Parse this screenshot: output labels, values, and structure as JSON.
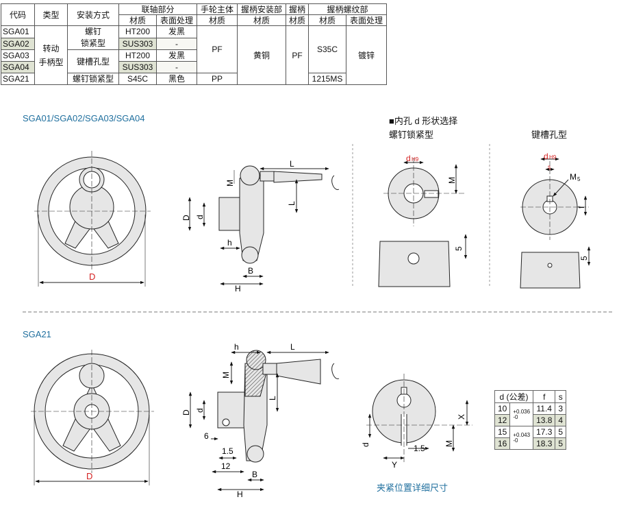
{
  "spec_table": {
    "group_headers": [
      "代码",
      "类型",
      "安装方式",
      "联轴部分",
      "手轮主体",
      "握柄安装部",
      "握柄",
      "握柄螺纹部"
    ],
    "sub_headers": [
      "材质",
      "表面处理",
      "材质",
      "材质",
      "材质",
      "材质",
      "表面处理"
    ],
    "codes": [
      "SGA01",
      "SGA02",
      "SGA03",
      "SGA04",
      "SGA21"
    ],
    "type": [
      "转动",
      "手柄型"
    ],
    "mount_a": [
      "螺钉",
      "锁紧型"
    ],
    "mount_b": "键槽孔型",
    "mount_c": "螺钉锁紧型",
    "coupling_material": [
      "HT200",
      "SUS303",
      "HT200",
      "SUS303",
      "S45C"
    ],
    "coupling_finish": [
      "发黑",
      "-",
      "发黑",
      "-",
      "黑色"
    ],
    "wheel_material_a": "PF",
    "wheel_material_b": "PP",
    "grip_mount_material": "黄铜",
    "grip_material": "PF",
    "thread_material_a": "S35C",
    "thread_material_b": "1215MS",
    "thread_finish": "镀锌"
  },
  "section1": {
    "title": "SGA01/SGA02/SGA03/SGA04",
    "hole_title": "■内孔 d 形状选择",
    "option_a": "螺钉锁紧型",
    "option_b": "键槽孔型"
  },
  "section2": {
    "title": "SGA21",
    "clamp_caption": "夹紧位置详细尺寸"
  },
  "dims": {
    "D": "D",
    "L": "L",
    "M": "M",
    "L1": "L",
    "D1": "D",
    "d1": "d",
    "h1": "h",
    "B": "B",
    "H": "H",
    "dH9": "d",
    "H9": "H9",
    "sub1": "1",
    "M1": "M",
    "five": "5",
    "s": "s",
    "M5": "M",
    "sub5": "5",
    "f": "f",
    "d": "d",
    "six": "6",
    "onefive": "1.5",
    "twelve": "12",
    "X": "X",
    "Y": "Y",
    "d2": "d",
    "sub2": "2"
  },
  "d_table": {
    "headers": [
      "d (公差)",
      "f",
      "s"
    ],
    "rows": [
      {
        "d": "10",
        "tol_up": "+0.036",
        "tol_lo": "-0",
        "f": "11.4",
        "s": "3"
      },
      {
        "d": "12",
        "tol_up": "",
        "tol_lo": "",
        "f": "13.8",
        "s": "4"
      },
      {
        "d": "15",
        "tol_up": "+0.043",
        "tol_lo": "-0",
        "f": "17.3",
        "s": "5"
      },
      {
        "d": "16",
        "tol_up": "",
        "tol_lo": "",
        "f": "18.3",
        "s": "5"
      }
    ]
  },
  "colors": {
    "accent_blue": "#1f6f9e",
    "dim_red": "#d42020",
    "part_fill": "#e6e6e6",
    "highlight": "#dfe3d3"
  }
}
